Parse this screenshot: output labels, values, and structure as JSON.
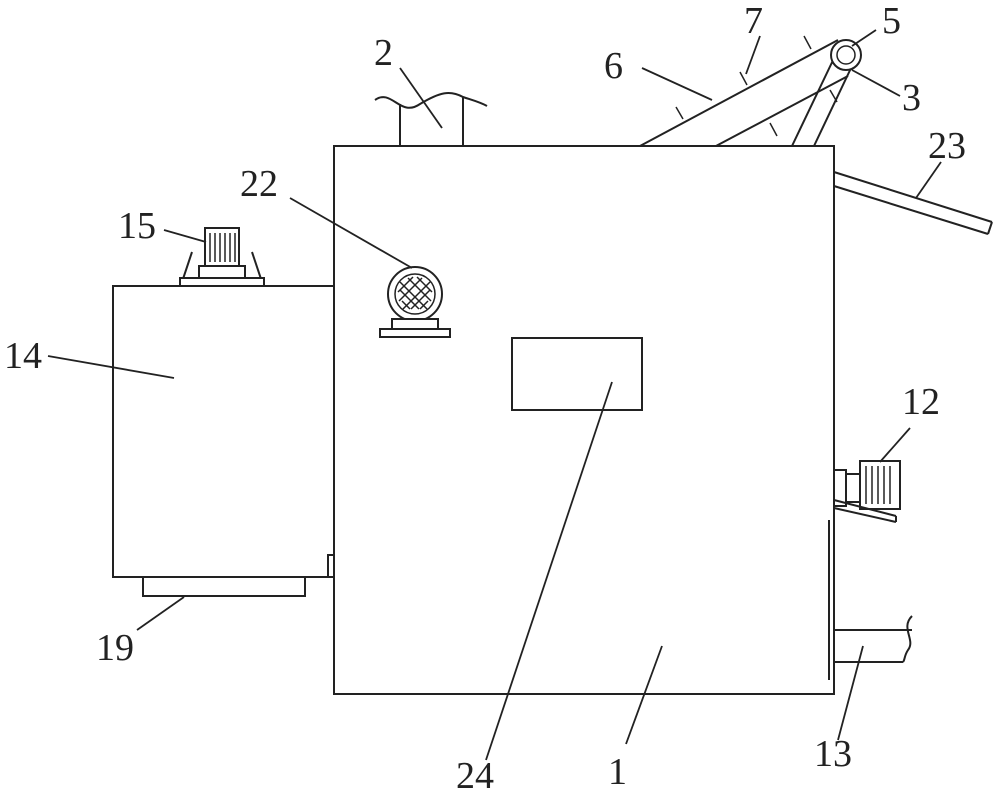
{
  "labels": {
    "l1": "1",
    "l2": "2",
    "l3": "3",
    "l5": "5",
    "l6": "6",
    "l7": "7",
    "l12": "12",
    "l13": "13",
    "l14": "14",
    "l15": "15",
    "l19": "19",
    "l22": "22",
    "l23": "23",
    "l24": "24"
  },
  "colors": {
    "line": "#222222",
    "background": "#ffffff"
  }
}
